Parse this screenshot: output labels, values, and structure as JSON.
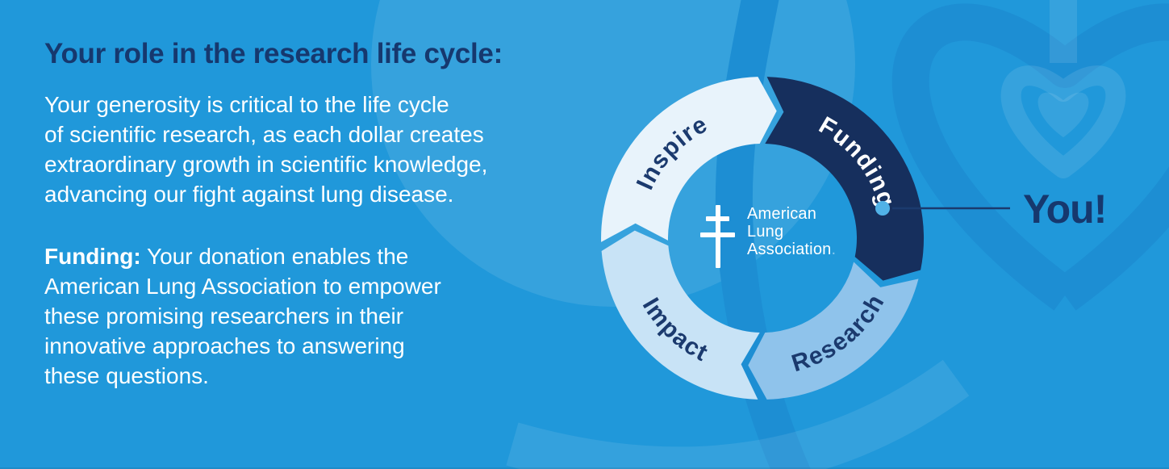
{
  "text_panel": {
    "title": "Your role in the research life cycle:",
    "paragraph1": "Your generosity is critical to the life cycle\nof scientific research, as each dollar creates\nextraordinary growth in scientific knowledge,\nadvancing our fight against lung disease.",
    "paragraph2_lead": "Funding:",
    "paragraph2_rest": " Your donation enables the\nAmerican Lung Association to empower\nthese promising researchers in their\ninnovative approaches to answering\nthese questions."
  },
  "diagram": {
    "type": "cycle",
    "flow_direction": "clockwise",
    "segments": [
      {
        "id": "funding",
        "label": "Funding",
        "start_angle": 0,
        "end_angle": 103,
        "fill": "#162F5D",
        "label_color": "#FFFFFF",
        "label_angle": 51.5,
        "label_arc": "top"
      },
      {
        "id": "research",
        "label": "Research",
        "start_angle": 103,
        "end_angle": 180,
        "fill": "#8FC3EB",
        "label_color": "#1B3A6E",
        "label_angle": 141.5,
        "label_arc": "bottom"
      },
      {
        "id": "impact",
        "label": "Impact",
        "start_angle": 180,
        "end_angle": 267,
        "fill": "#C8E3F6",
        "label_color": "#1B3A6E",
        "label_angle": 223.5,
        "label_arc": "bottom"
      },
      {
        "id": "inspire",
        "label": "Inspire",
        "start_angle": 267,
        "end_angle": 360,
        "fill": "#E8F3FB",
        "label_color": "#1B3A6E",
        "label_angle": 313.5,
        "label_arc": "top"
      }
    ],
    "center_logo": {
      "line1": "American",
      "line2": "Lung",
      "line3": "Association",
      "trailing_period": "."
    },
    "callout": {
      "label": "You!",
      "points_to": "funding",
      "dot_color": "#51B2E7",
      "line_color": "#1B3A6E",
      "label_color": "#16386E"
    }
  },
  "colors": {
    "background": "#2098DA",
    "title_navy": "#16386E",
    "body_text": "#FFFFFF",
    "decoration_light": "rgba(255,255,255,0.10)",
    "decoration_dark": "#1D8ED3"
  }
}
